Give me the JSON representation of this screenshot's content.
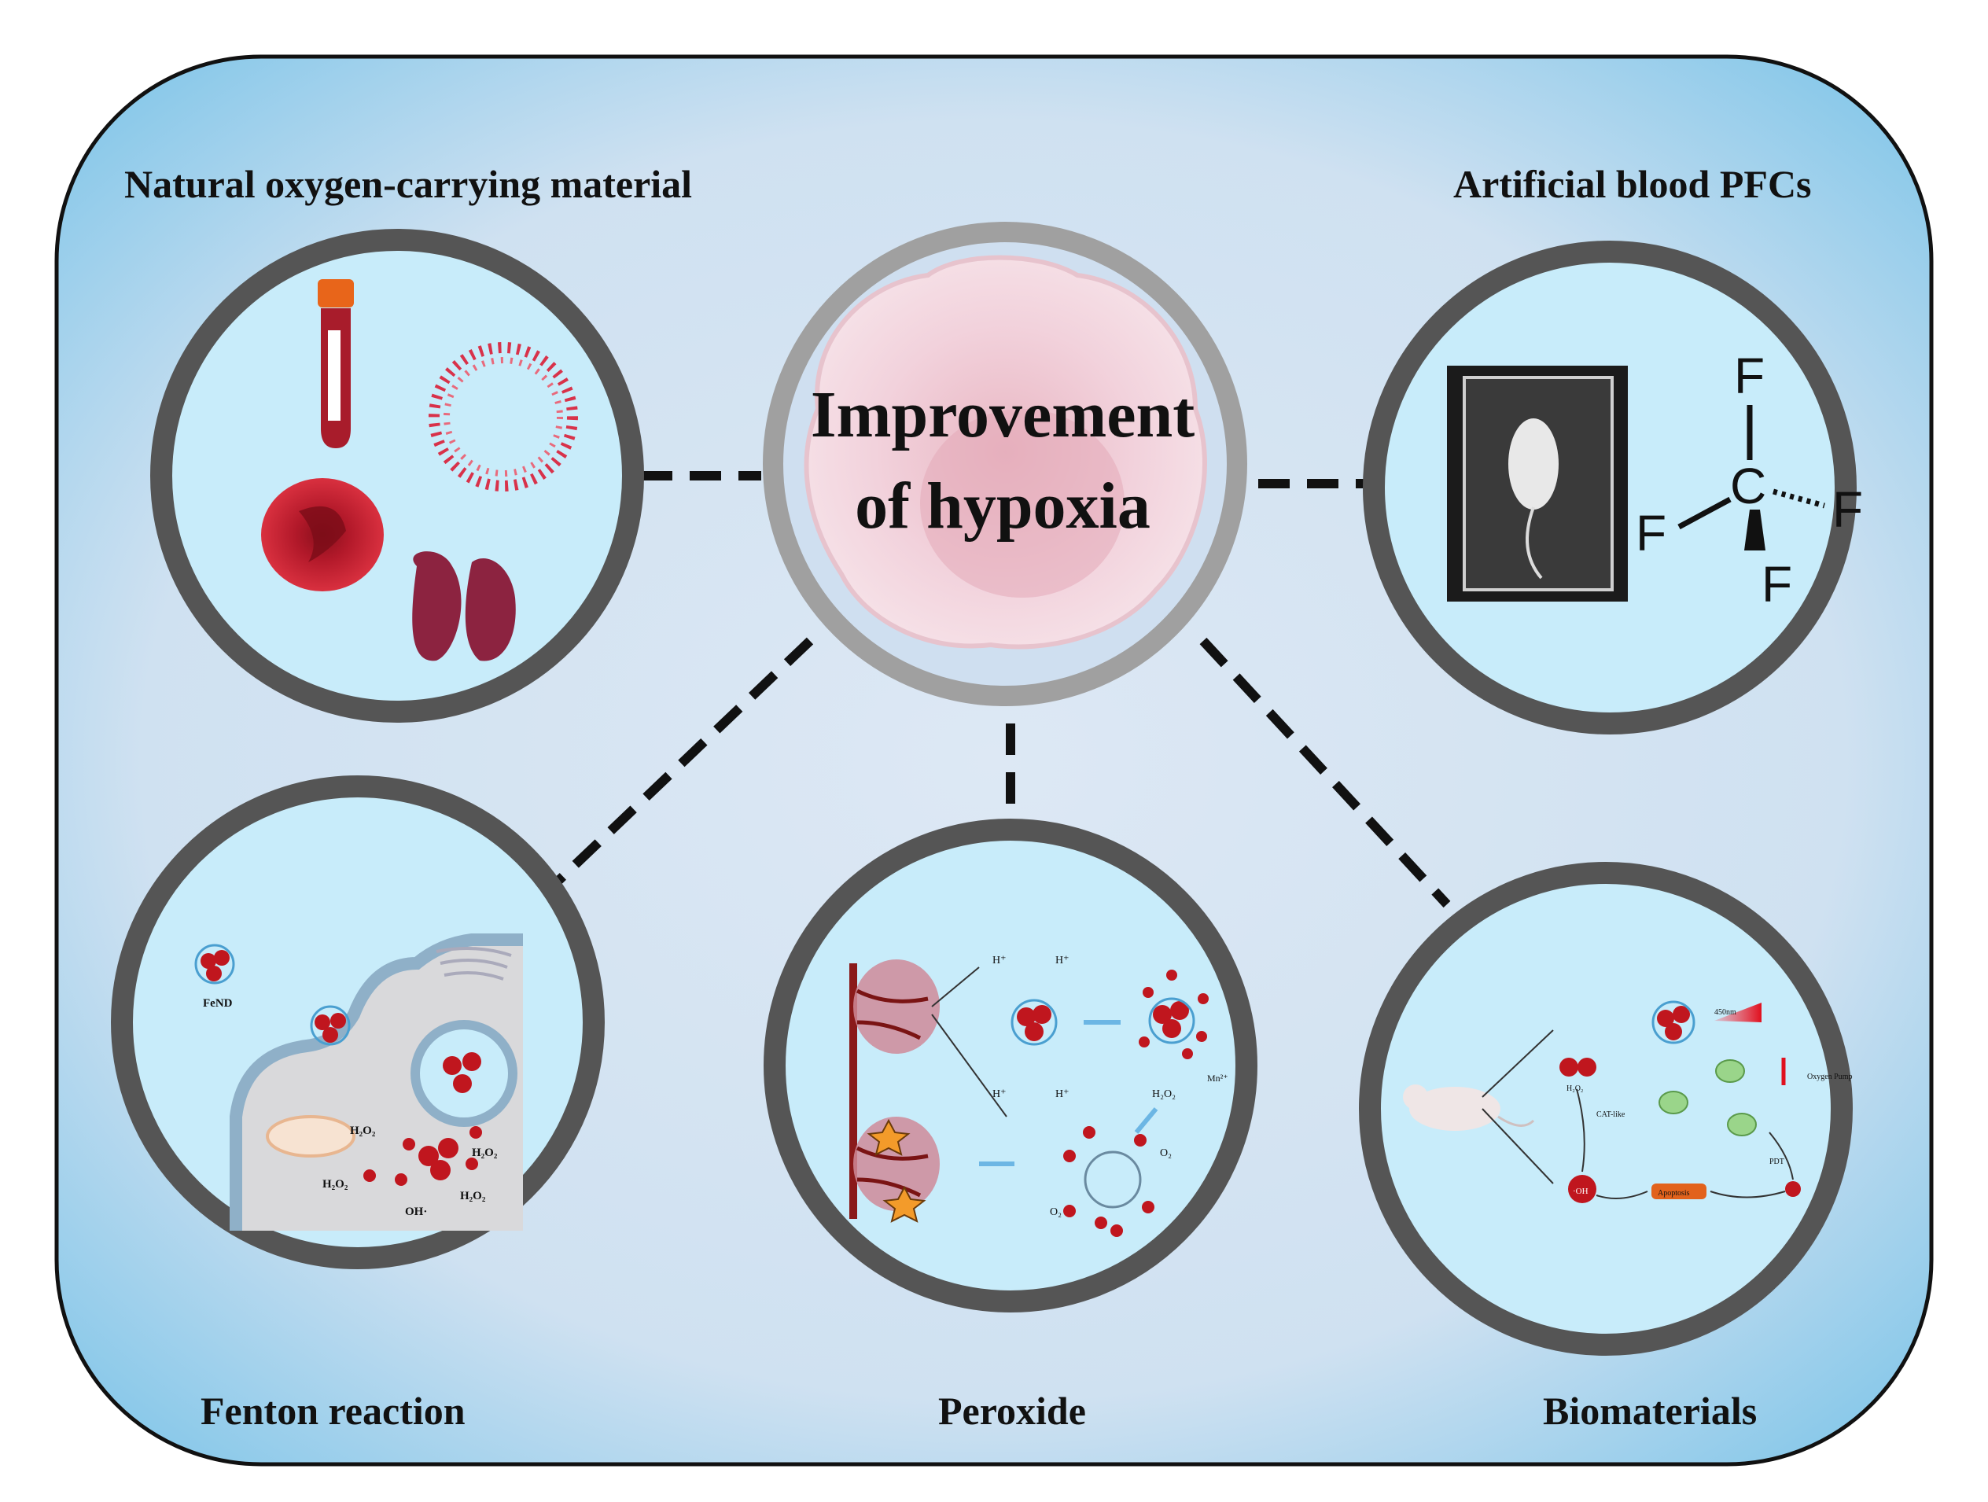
{
  "center": {
    "line1": "Improvement",
    "line2": "of hypoxia"
  },
  "labels": {
    "natural": "Natural oxygen-carrying material",
    "pfc": "Artificial blood PFCs",
    "fenton": "Fenton reaction",
    "peroxide": "Peroxide",
    "biomaterials": "Biomaterials"
  },
  "fenton_panel": {
    "fend": "FeND",
    "h2o2": "H₂O₂",
    "oh": "OH·"
  },
  "peroxide_panel": {
    "hplus": "H⁺",
    "h2o2": "H₂O₂",
    "o2": "O₂",
    "mn": "Mn²⁺"
  },
  "bio_panel": {
    "nm": "450nm",
    "pump": "Oxygen Pump",
    "cat": "CAT-like",
    "pdt": "PDT",
    "oh": "·OH",
    "apoptosis": "Apoptosis",
    "h2o2": "H₂O₂"
  },
  "pfc_panel": {
    "f": "F",
    "c": "C"
  },
  "colors": {
    "bg_outer": "#7ec8ea",
    "bg_inner": "#d7e6f4",
    "ring": "#555555",
    "circle_fill": "#c8ecfa",
    "center_ring": "#9e9e9e"
  }
}
